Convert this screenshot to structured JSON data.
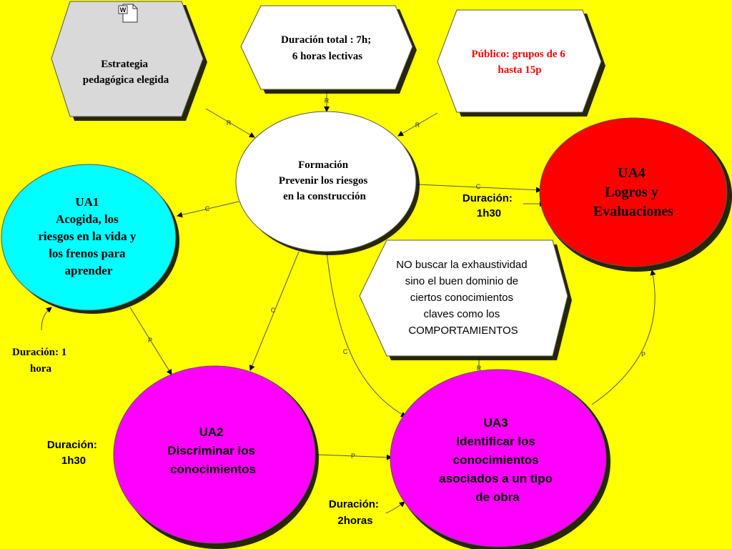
{
  "colors": {
    "background": "#ffff00",
    "strategy_fill": "#d9d9d9",
    "white_fill": "#ffffff",
    "ua1_fill": "#00ffff",
    "ua2_fill": "#ff00ff",
    "ua3_fill": "#ff00ff",
    "ua4_fill": "#ff0000",
    "publico_text": "#ff0000",
    "text_dark": "#000000"
  },
  "nodes": {
    "strategy": {
      "lines": [
        "Estrategia",
        "pedagógica elegida"
      ],
      "icon": "word-document-icon",
      "icon_glyph": "W"
    },
    "duracion_total": {
      "lines": [
        "Duración total : 7h;",
        "6 horas lectivas"
      ]
    },
    "publico": {
      "lines": [
        "Público: grupos de 6",
        "hasta 15p"
      ]
    },
    "formacion": {
      "lines": [
        "Formación",
        "Prevenir los riesgos",
        "en la construcción"
      ]
    },
    "ua1": {
      "lines": [
        "UA1",
        "Acogida, los",
        "riesgos en la vida y",
        "los frenos para",
        "aprender"
      ]
    },
    "ua4": {
      "lines": [
        "UA4",
        "Logros y",
        "Evaluaciones"
      ]
    },
    "nota": {
      "lines": [
        "NO buscar la exhaustividad",
        "sino el buen dominio de",
        "ciertos conocimientos",
        "claves como los",
        "COMPORTAMIENTOS"
      ]
    },
    "ua2": {
      "lines": [
        "UA2",
        "Discriminar los",
        "conocimientos"
      ]
    },
    "ua3": {
      "lines": [
        "UA3",
        "Identificar los",
        "conocimientos",
        "asociados a un tipo",
        "de obra"
      ]
    }
  },
  "durations": {
    "ua1": [
      "Duración: 1",
      "hora"
    ],
    "ua4": [
      "Duración:",
      "1h30"
    ],
    "ua2": [
      "Duración:",
      "1h30"
    ],
    "ua3": [
      "Duración:",
      "2horas"
    ]
  },
  "edge_labels": {
    "r": "R",
    "c": "C",
    "p": "P"
  }
}
